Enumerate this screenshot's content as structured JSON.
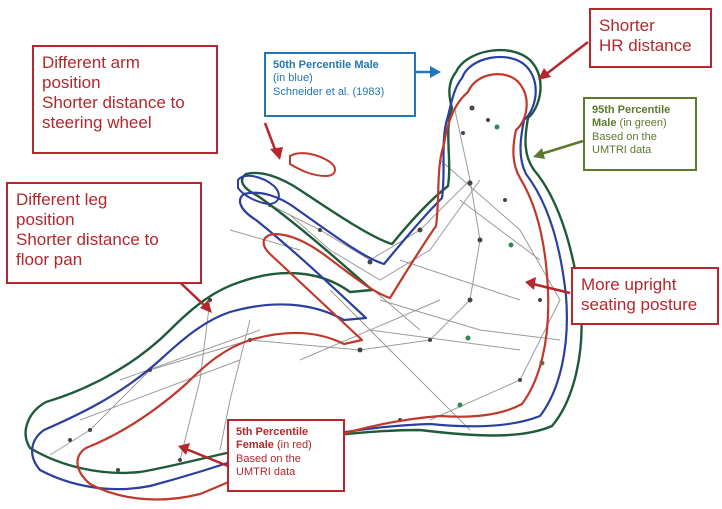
{
  "callouts": {
    "arm": {
      "lines": [
        "Different arm",
        "position",
        "Shorter distance to",
        "steering wheel"
      ]
    },
    "leg": {
      "lines": [
        "Different leg",
        "position",
        "Shorter distance to",
        "floor pan"
      ]
    },
    "hr": {
      "lines": [
        "Shorter",
        "HR distance"
      ]
    },
    "upright": {
      "lines": [
        "More upright",
        "seating posture"
      ]
    },
    "male50": {
      "title": "50th Percentile Male",
      "sub": "(in blue)",
      "ref": "Schneider et al. (1983)"
    },
    "male95": {
      "title1": "95th Percentile",
      "title2": "Male",
      "sub": "(in green)",
      "ref1": "Based on the",
      "ref2": "UMTRI data"
    },
    "female5": {
      "title1": "5th Percentile",
      "title2": "Female",
      "sub": "(in red)",
      "ref1": "Based on the",
      "ref2": "UMTRI data"
    }
  },
  "colors": {
    "female5": "#c0392b",
    "male50": "#2a3f9e",
    "male95": "#1f5b3a",
    "callout_red": "#b3272d",
    "callout_blue": "#2277b8",
    "callout_green": "#5b7a2e",
    "skeleton": "#8a8a8a"
  }
}
